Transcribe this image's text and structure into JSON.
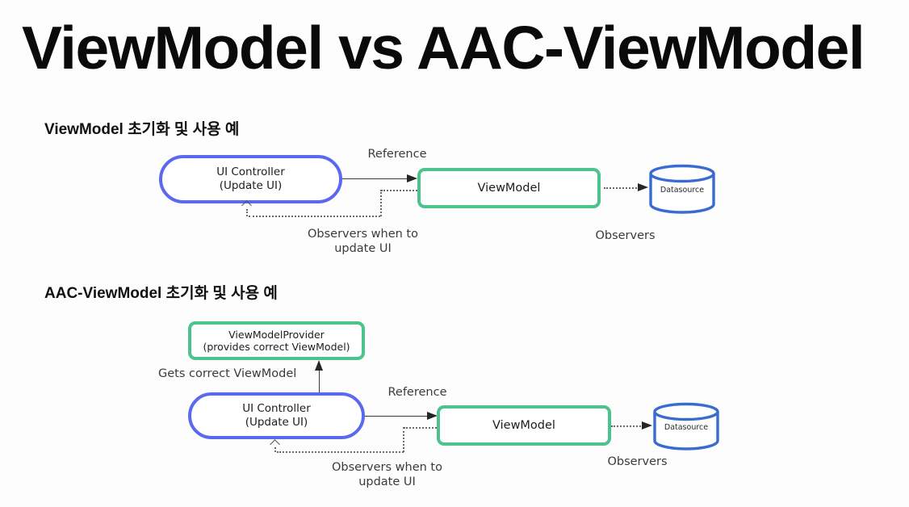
{
  "header": {
    "title": "ViewModel vs AAC-ViewModel"
  },
  "colors": {
    "pill_border": "#5a69ee",
    "box_border": "#4cc28c",
    "cylinder_border": "#3a6bd0"
  },
  "diagram1": {
    "heading": "ViewModel 초기화 및 사용 예",
    "nodes": {
      "ui_controller": {
        "line1": "UI Controller",
        "line2": "(Update UI)"
      },
      "viewmodel": "ViewModel",
      "datasource": "Datasource"
    },
    "labels": {
      "reference": "Reference",
      "observers": "Observers",
      "observers_update_line1": "Observers when to",
      "observers_update_line2": "update UI"
    }
  },
  "diagram2": {
    "heading": "AAC-ViewModel 초기화 및 사용 예",
    "nodes": {
      "provider": {
        "line1": "ViewModelProvider",
        "line2": "(provides correct ViewModel)"
      },
      "ui_controller": {
        "line1": "UI Controller",
        "line2": "(Update UI)"
      },
      "viewmodel": "ViewModel",
      "datasource": "Datasource"
    },
    "labels": {
      "gets_correct": "Gets correct ViewModel",
      "reference": "Reference",
      "observers": "Observers",
      "observers_update_line1": "Observers when to",
      "observers_update_line2": "update UI"
    }
  }
}
